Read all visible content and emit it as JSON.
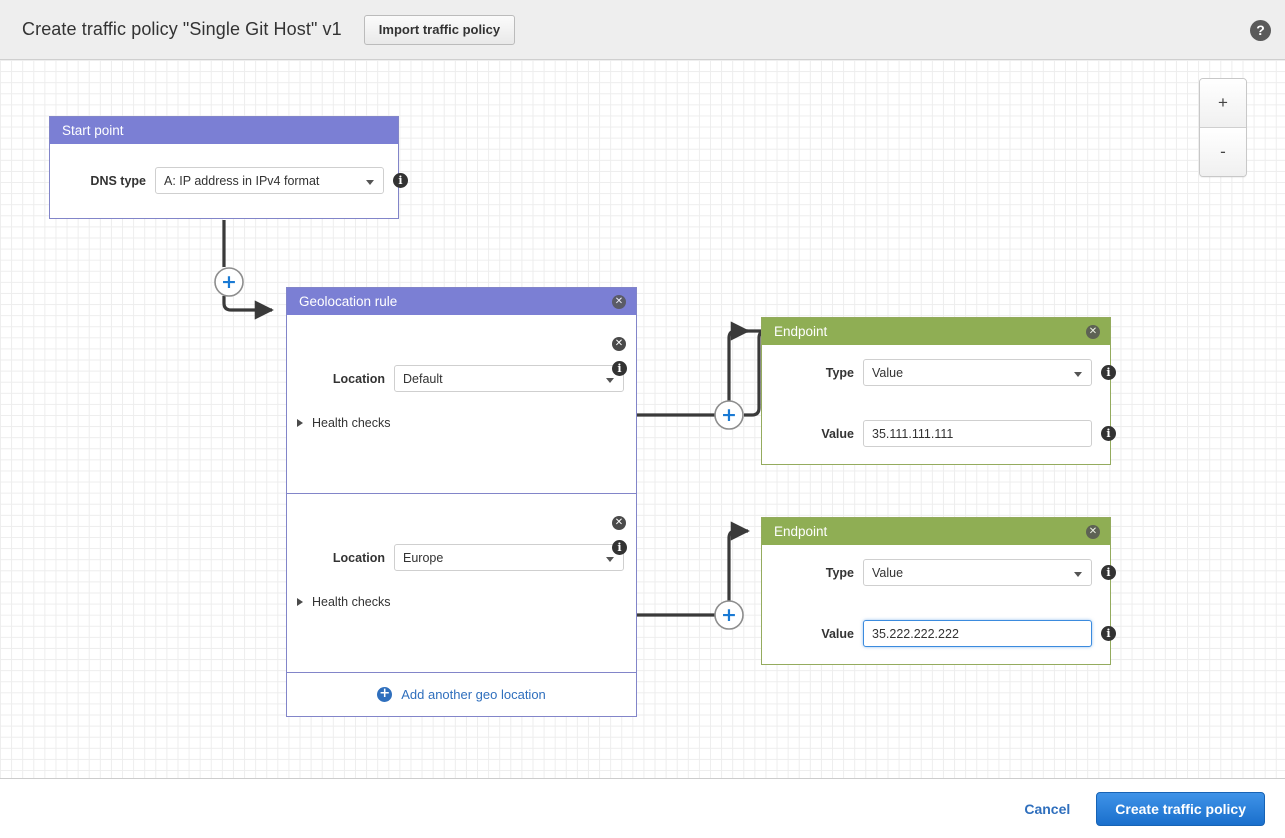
{
  "header": {
    "title": "Create traffic policy \"Single Git Host\" v1",
    "import_button": "Import traffic policy",
    "help_icon": "?"
  },
  "zoom_controls": {
    "zoom_in": "+",
    "zoom_out": "-"
  },
  "colors": {
    "rule_header": "#7b7fd4",
    "endpoint_header": "#8fae54",
    "primary_button": "#1a6fcc",
    "link": "#2f6fbd",
    "focus_border": "#3b8bde"
  },
  "start_point": {
    "title": "Start point",
    "dns_type_label": "DNS type",
    "dns_type_value": "A: IP address in IPv4 format"
  },
  "geolocation_rule": {
    "title": "Geolocation rule",
    "close_label": "✕",
    "sections": [
      {
        "location_label": "Location",
        "location_value": "Default",
        "health_checks_label": "Health checks"
      },
      {
        "location_label": "Location",
        "location_value": "Europe",
        "health_checks_label": "Health checks"
      }
    ],
    "add_location_label": "Add another geo location",
    "add_location_icon": "+"
  },
  "endpoints": [
    {
      "title": "Endpoint",
      "type_label": "Type",
      "type_value": "Value",
      "value_label": "Value",
      "value_value": "35.111.111.111",
      "focused": false
    },
    {
      "title": "Endpoint",
      "type_label": "Type",
      "type_value": "Value",
      "value_label": "Value",
      "value_value": "35.222.222.222",
      "focused": true
    }
  ],
  "connectors": {
    "add_icon": "+"
  },
  "action_bar": {
    "cancel": "Cancel",
    "create": "Create traffic policy"
  }
}
